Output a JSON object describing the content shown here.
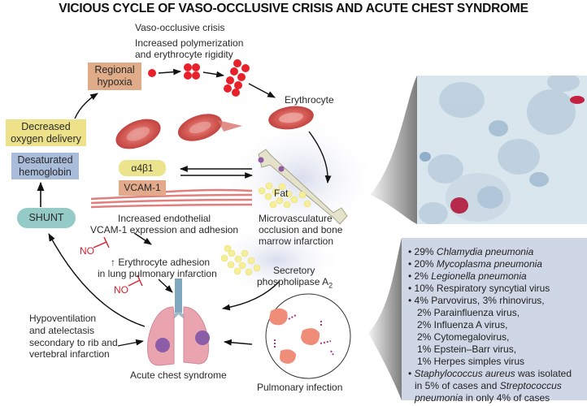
{
  "title": "VICIOUS CYCLE OF VASO-OCCLUSIVE CRISIS AND ACUTE CHEST SYNDROME",
  "labels": {
    "vaso_occlusive": "Vaso-occlusive crisis",
    "polymerization_1": "Increased polymerization",
    "polymerization_2": "and erythrocyte rigidity",
    "erythrocyte": "Erythrocyte",
    "fat": "Fat",
    "micro_1": "Microvasculature",
    "micro_2": "occlusion and bone",
    "micro_3": "marrow infarction",
    "endothelial_1": "Increased endothelial",
    "endothelial_2": "VCAM-1 expression and adhesion",
    "adhesion_1": "↑ Erythrocyte adhesion",
    "adhesion_2": "in lung pulmonary infarction",
    "phospholipase_1": "Secretory",
    "phospholipase_2": "phospholipase A",
    "phospholipase_sub": "2",
    "hypovent_1": "Hypoventilation",
    "hypovent_2": "and atelectasis",
    "hypovent_3": "secondary to rib and",
    "hypovent_4": "vertebral infarction",
    "acs": "Acute chest syndrome",
    "pulm_infection": "Pulmonary infection",
    "no_1": "NO",
    "no_2": "NO"
  },
  "boxes": {
    "hypoxia_1": "Regional",
    "hypoxia_2": "hypoxia",
    "oxygen_1": "Decreased",
    "oxygen_2": "oxygen delivery",
    "desat_1": "Desaturated",
    "desat_2": "hemoglobin",
    "shunt": "SHUNT",
    "a4b1": "α4β1",
    "vcam": "VCAM-1"
  },
  "infection_panel": {
    "items": [
      {
        "pct": "29% ",
        "name": "Chlamydia pneumonia",
        "italic": true
      },
      {
        "pct": "20% ",
        "name": "Mycoplasma pneumonia",
        "italic": true
      },
      {
        "pct": "2% ",
        "name": "Legionella  pneumonia",
        "italic": true
      },
      {
        "pct": "10% ",
        "name": "Respiratory syncytial virus",
        "italic": false
      },
      {
        "pct": "",
        "name": "4% Parvovirus, 3% rhinovirus,",
        "italic": false
      }
    ],
    "subitems": [
      "2% Parainfluenza virus,",
      "2% Influenza A virus,",
      "2% Cytomegalovirus,",
      "1% Epstein–Barr virus,",
      "1% Herpes simples virus"
    ],
    "last": {
      "a": "Staphylococcus aureus",
      "b": " was isolated",
      "c": "in 5% of cases and ",
      "d": "Streptococcus",
      "e": "pneumonia",
      "f": " in only 4% of cases"
    }
  },
  "colors": {
    "hypoxia": "#dfab88",
    "oxygen": "#ede28a",
    "desat": "#a9bddb",
    "shunt": "#94cbc6",
    "rbc_red": "#e8202a",
    "no_red": "#d8202c",
    "panel": "#cfd6e6",
    "lung": "#e9a4b0",
    "trachea": "#7fa7bd"
  }
}
